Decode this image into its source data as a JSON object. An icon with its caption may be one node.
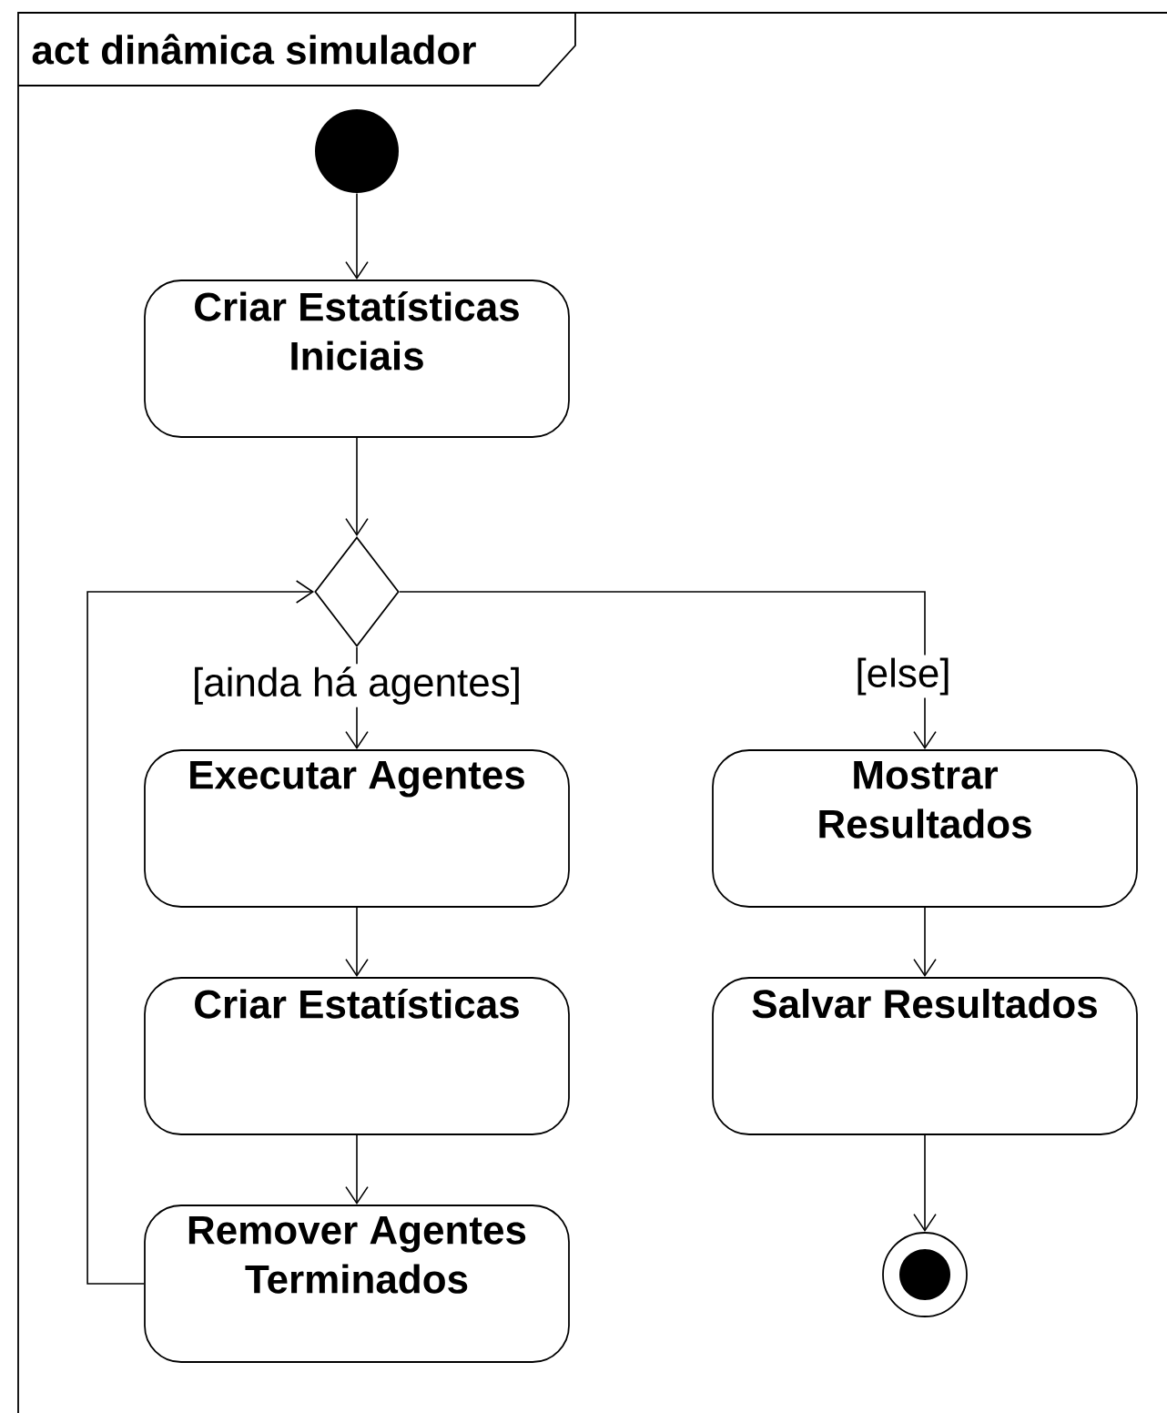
{
  "diagram": {
    "nodes": [
      {
        "text": [
          "act dinâmica simulador"
        ]
      },
      {
        "text": [],
        "shape": "circle",
        "in": 0
      },
      {
        "text": [
          "Criar Estatísticas Iniciais"
        ],
        "in": 0
      },
      {
        "text": [],
        "shape": "diamond",
        "in": 0
      },
      {
        "text": [
          "Executar Agentes"
        ],
        "in": 0
      },
      {
        "text": [
          "Mostrar Resultados"
        ],
        "in": 0
      },
      {
        "text": [
          "Criar Estatísticas"
        ],
        "in": 0
      },
      {
        "text": [
          "Salvar Resultados"
        ],
        "in": 0
      },
      {
        "text": [
          "Remover Agentes Terminados"
        ],
        "in": 0
      },
      {
        "text": [],
        "shape": "circle",
        "in": 0
      }
    ],
    "edges": [
      {
        "from": 1,
        "to": 2,
        "arrow": "to"
      },
      {
        "from": 2,
        "to": 3,
        "arrow": "to"
      },
      {
        "from": 3,
        "to": 4,
        "arrow": "to",
        "label": "[ainda há agentes]"
      },
      {
        "from": 3,
        "to": 5,
        "arrow": "to",
        "label": "[else]"
      },
      {
        "from": 4,
        "to": 6,
        "arrow": "to"
      },
      {
        "from": 5,
        "to": 7,
        "arrow": "to"
      },
      {
        "from": 6,
        "to": 8,
        "arrow": "to"
      },
      {
        "from": 7,
        "to": 9,
        "arrow": "to"
      },
      {
        "from": 8,
        "to": 3,
        "arrow": "to"
      }
    ]
  }
}
